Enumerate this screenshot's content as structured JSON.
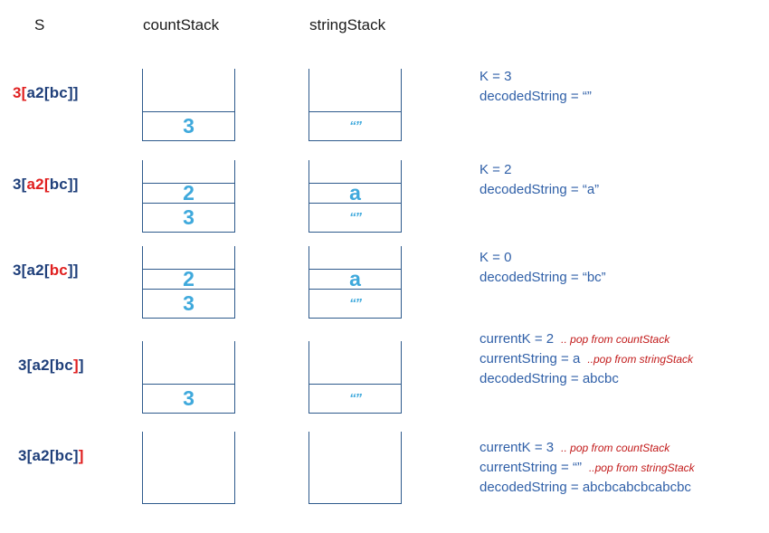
{
  "headers": {
    "s": "S",
    "count": "countStack",
    "string": "stringStack"
  },
  "colors": {
    "normal": "#1f3f7a",
    "highlight": "#e02020",
    "stack_text": "#3fa9dc",
    "note": "#3060a8",
    "comment": "#c21a1a"
  },
  "rows": [
    {
      "s": [
        {
          "t": "3[",
          "hl": true
        },
        {
          "t": "a2[bc]]",
          "hl": false
        }
      ],
      "count": [
        "3"
      ],
      "string": [
        "“”"
      ],
      "notes": [
        {
          "text": "K = 3",
          "comment": ""
        },
        {
          "text": "decodedString = “”",
          "comment": ""
        }
      ]
    },
    {
      "s": [
        {
          "t": "3[",
          "hl": false
        },
        {
          "t": "a2[",
          "hl": true
        },
        {
          "t": "bc]]",
          "hl": false
        }
      ],
      "count": [
        "2",
        "3"
      ],
      "string": [
        "a",
        "“”"
      ],
      "notes": [
        {
          "text": "K = 2",
          "comment": ""
        },
        {
          "text": "decodedString = “a”",
          "comment": ""
        }
      ]
    },
    {
      "s": [
        {
          "t": "3[a2[",
          "hl": false
        },
        {
          "t": "bc",
          "hl": true
        },
        {
          "t": "]]",
          "hl": false
        }
      ],
      "count": [
        "2",
        "3"
      ],
      "string": [
        "a",
        "“”"
      ],
      "notes": [
        {
          "text": "K = 0",
          "comment": ""
        },
        {
          "text": "decodedString = “bc”",
          "comment": ""
        }
      ]
    },
    {
      "s": [
        {
          "t": "3[a2[bc",
          "hl": false
        },
        {
          "t": "]",
          "hl": true
        },
        {
          "t": "]",
          "hl": false
        }
      ],
      "count": [
        "3"
      ],
      "string": [
        "“”"
      ],
      "notes": [
        {
          "text": "currentK = 2",
          "comment": ".. pop from countStack"
        },
        {
          "text": "currentString = a",
          "comment": "..pop from stringStack"
        },
        {
          "text": "decodedString = abcbc",
          "comment": ""
        }
      ]
    },
    {
      "s": [
        {
          "t": "3[a2[bc]",
          "hl": false
        },
        {
          "t": "]",
          "hl": true
        }
      ],
      "count": [],
      "string": [],
      "notes": [
        {
          "text": "currentK = 3",
          "comment": ".. pop from countStack"
        },
        {
          "text": "currentString = “”",
          "comment": "..pop from stringStack"
        },
        {
          "text": "decodedString = abcbcabcbcabcbc",
          "comment": ""
        }
      ]
    }
  ]
}
